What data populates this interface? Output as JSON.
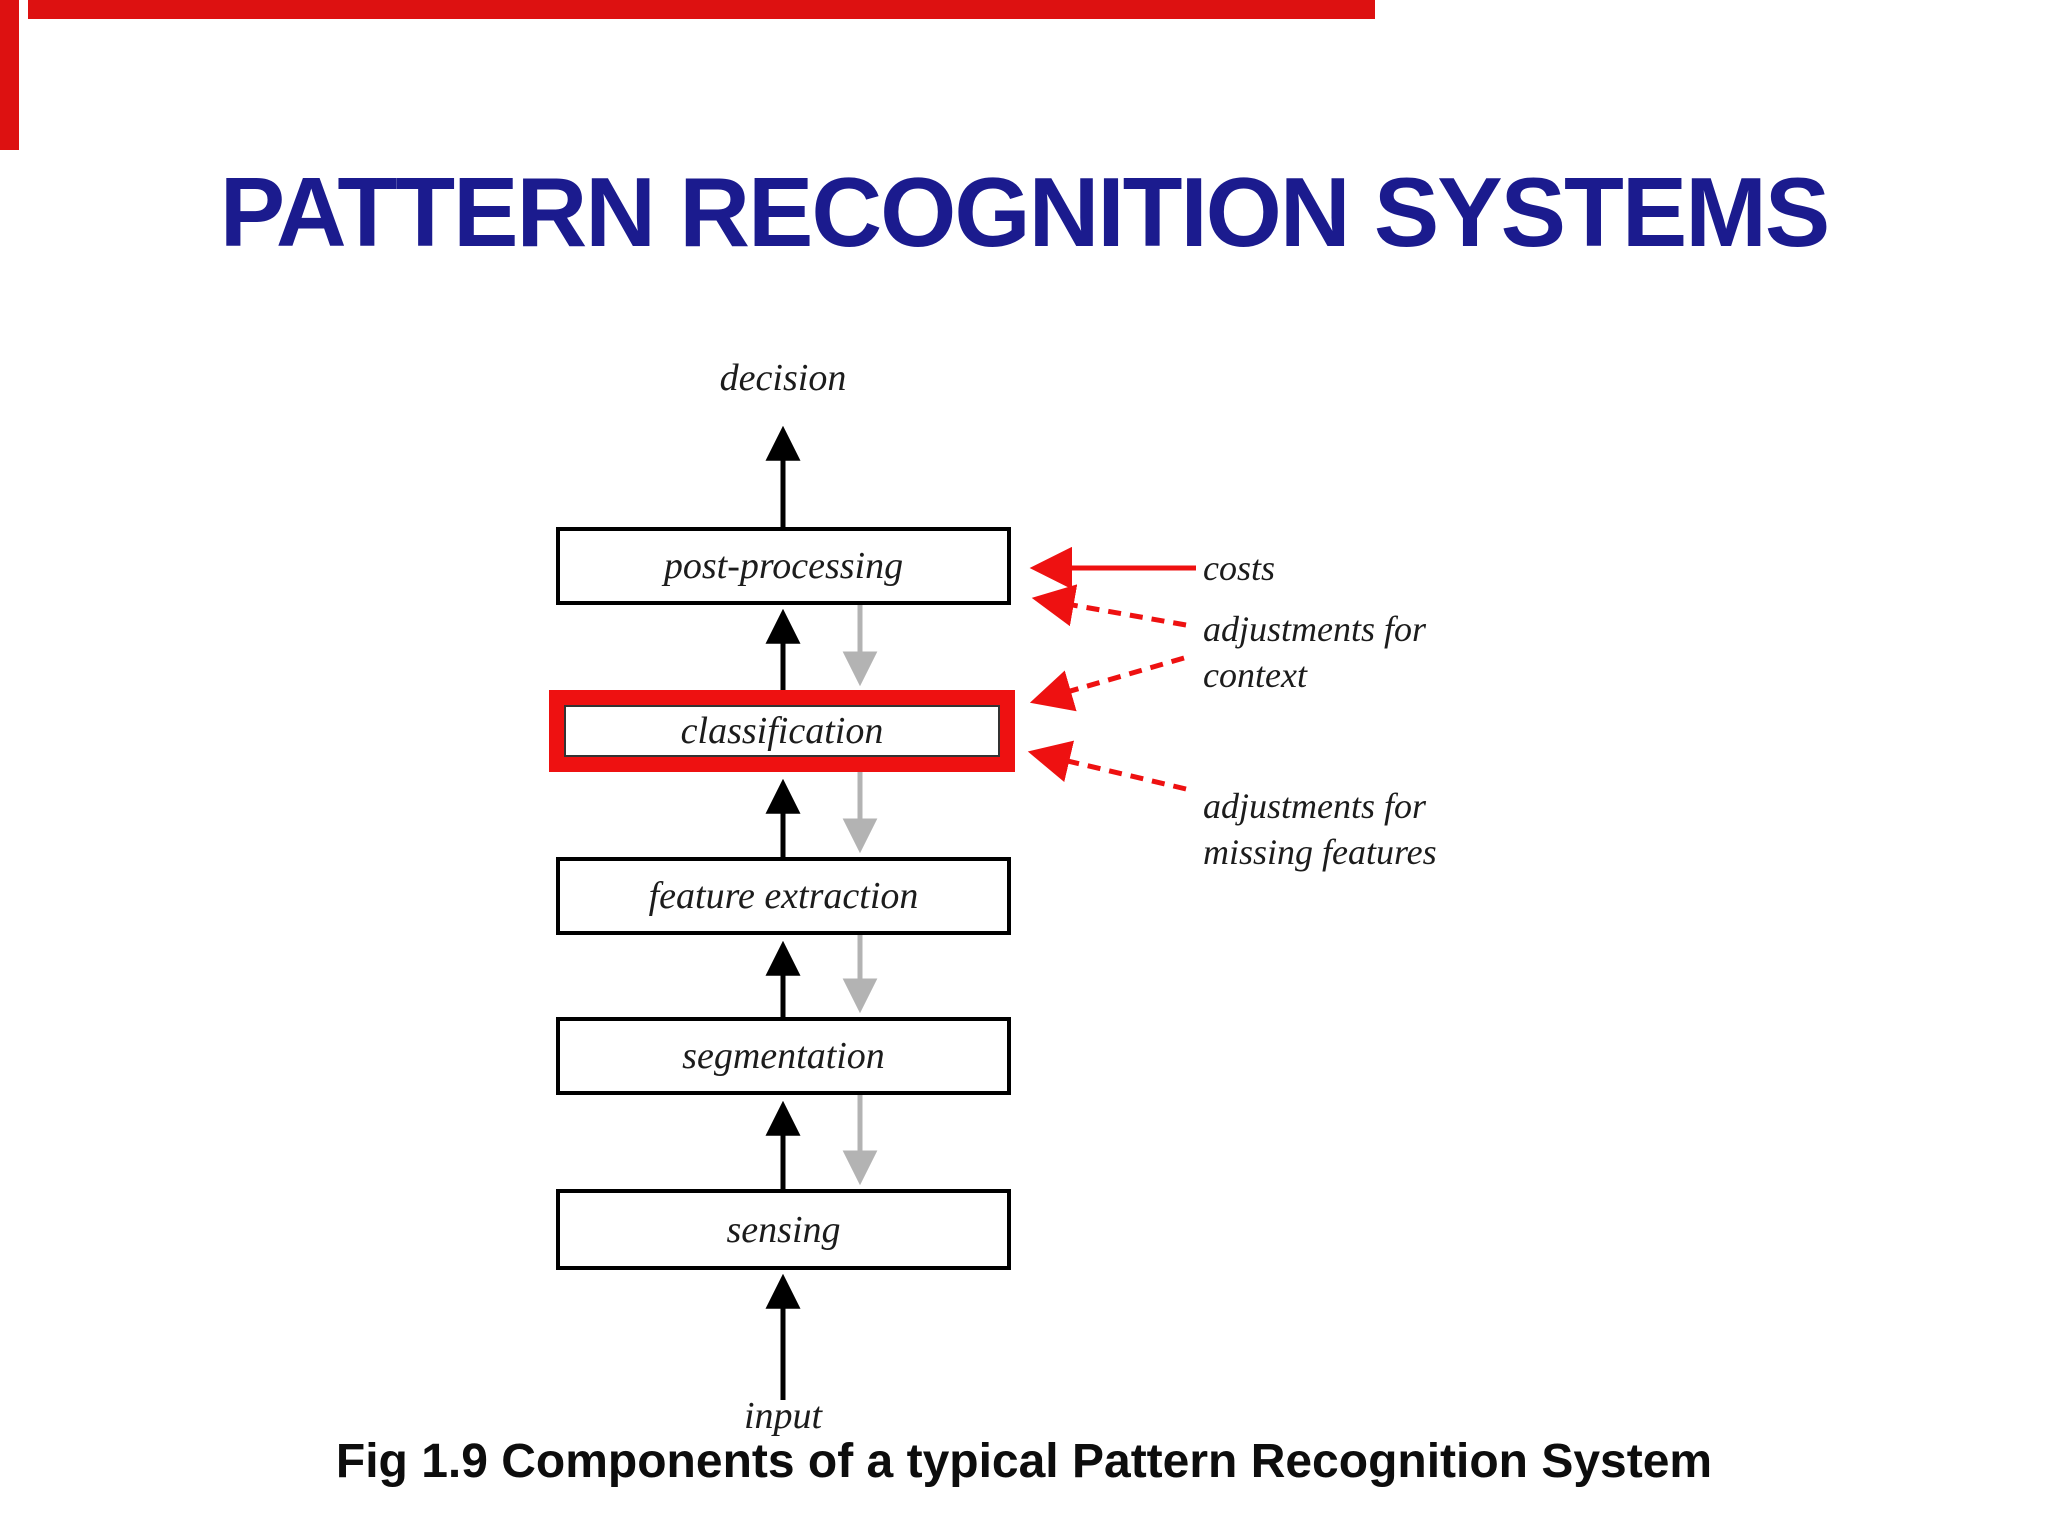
{
  "slide": {
    "title": "PATTERN RECOGNITION SYSTEMS",
    "caption": "Fig 1.9 Components of a typical Pattern Recognition System"
  },
  "diagram": {
    "output_label": "decision",
    "input_label": "input",
    "boxes": [
      {
        "label": "post-processing",
        "highlighted": false
      },
      {
        "label": "classification",
        "highlighted": true
      },
      {
        "label": "feature extraction",
        "highlighted": false
      },
      {
        "label": "segmentation",
        "highlighted": false
      },
      {
        "label": "sensing",
        "highlighted": false
      }
    ],
    "annotations": [
      {
        "lines": [
          "costs"
        ]
      },
      {
        "lines": [
          "adjustments for",
          "context"
        ]
      },
      {
        "lines": [
          "adjustments for",
          "missing features"
        ]
      }
    ]
  },
  "colors": {
    "title_navy": "#1b1b8e",
    "annotation_red": "#ee1111",
    "highlight_border_red": "#ee1111",
    "flow_up_black": "#000000",
    "flow_down_gray": "#b3b3b3",
    "artifact_red": "#dd1111"
  }
}
